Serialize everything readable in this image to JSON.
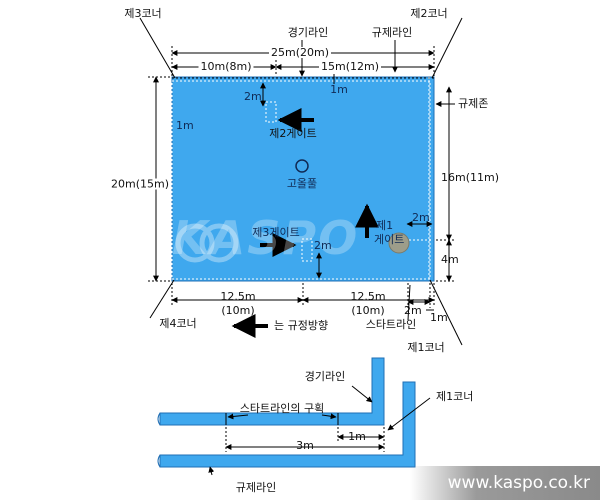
{
  "labels": {
    "corner3": "제3코너",
    "corner2": "제2코너",
    "corner4": "제4코너",
    "corner1": "제1코너",
    "race_line": "경기라인",
    "rule_line": "규제라인",
    "rule_zone": "규제존",
    "total_length": "25m(20m)",
    "left_length": "10m(8m)",
    "right_length": "15m(12m)",
    "width": "20m(15m)",
    "right_width": "16m(11m)",
    "one_m_top": "1m",
    "one_m_left": "1m",
    "one_m_bottom": "1m",
    "two_m_gate2": "2m",
    "two_m_gate3": "2m",
    "two_m_gate1": "2m",
    "two_m_bottom": "2m",
    "four_m": "4m",
    "gate2": "제2게이트",
    "gate3": "제3게이트",
    "gate1_line1": "제1",
    "gate1_line2": "게이트",
    "goal_pool": "고올풀",
    "half_left": "12.5m",
    "half_left_sub": "(10m)",
    "half_right": "12.5m",
    "half_right_sub": "(10m)",
    "direction": "는 규정방향",
    "start_line": "스타트라인",
    "detail_race_line": "경기라인",
    "detail_corner1": "제1코너",
    "detail_start_section": "스타트라인의 구획",
    "detail_one_m": "1m",
    "detail_three_m": "3m",
    "detail_rule_line": "규제라인"
  },
  "watermark": "KASPO",
  "footer": {
    "url": "www.kaspo.co.kr"
  },
  "colors": {
    "pool": "#3fa8ee",
    "pool_dark": "#1f6fb5",
    "line": "#000000",
    "gray": "#8a8a8a"
  }
}
